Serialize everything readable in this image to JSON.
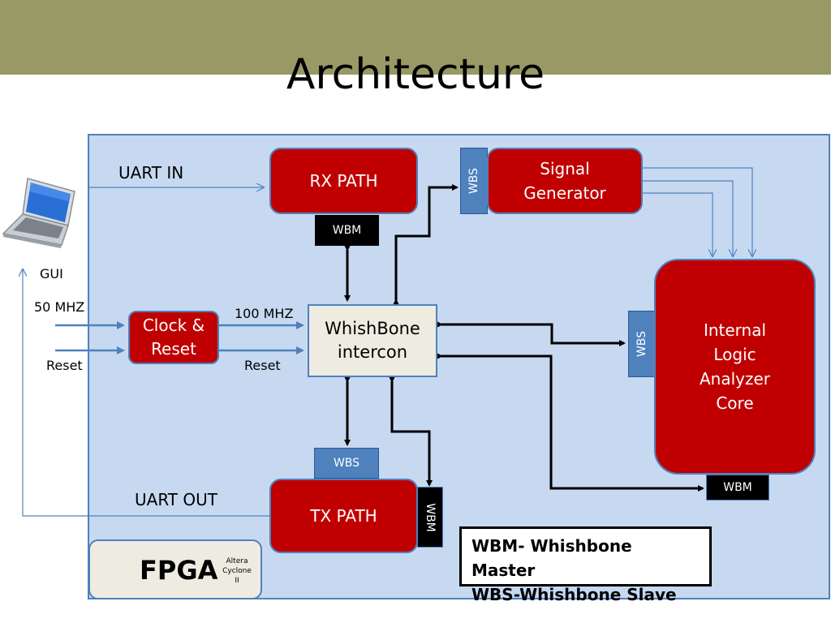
{
  "slide": {
    "title": "Architecture"
  },
  "colors": {
    "header_bar": "#999966",
    "panel": "#c6d9f1",
    "block": "#c00000",
    "wbs": "#4f81bd",
    "wbm": "#000000",
    "intercon": "#eeece1"
  },
  "blocks": {
    "rx_path": "RX PATH",
    "signal_generator": [
      "Signal",
      "Generator"
    ],
    "clock_reset": [
      "Clock &",
      "Reset"
    ],
    "intercon": [
      "WhishBone",
      "intercon"
    ],
    "ila_core": [
      "Internal",
      "Logic",
      "Analyzer",
      "Core"
    ],
    "tx_path": "TX PATH"
  },
  "ports": {
    "rx_wbm": "WBM",
    "sg_wbs": "WBS",
    "ila_wbs": "WBS",
    "ila_wbm": "WBM",
    "tx_wbs": "WBS",
    "tx_wbm": "WBM"
  },
  "signals": {
    "uart_in": "UART IN",
    "uart_out": "UART OUT",
    "gui": "GUI",
    "clk_in": "50 MHZ",
    "reset_in": "Reset",
    "clk_out": "100 MHZ",
    "reset_out": "Reset"
  },
  "fpga": {
    "label": "FPGA",
    "sub": [
      "Altera",
      "Cyclone",
      "II"
    ]
  },
  "legend": [
    "WBM- Whishbone Master",
    "WBS-Whishbone Slave"
  ],
  "icons": {
    "computer": "laptop-icon"
  }
}
